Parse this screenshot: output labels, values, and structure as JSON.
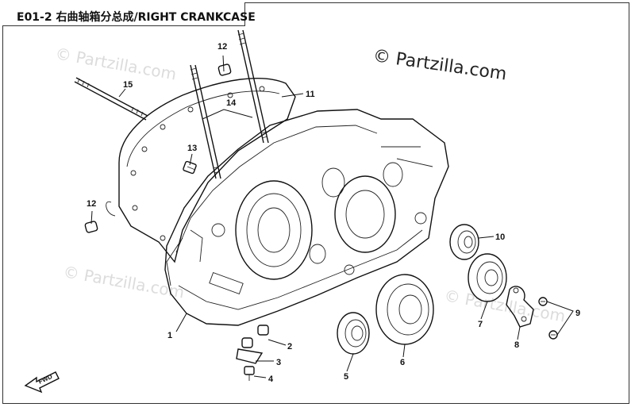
{
  "header": {
    "title": "E01-2 右曲轴箱分总成/RIGHT CRANKCASE"
  },
  "watermark": {
    "main": "© Partzilla.com",
    "faint": "© Partzilla.com"
  },
  "diagram": {
    "fwd_label": "FWD",
    "callouts": [
      "1",
      "2",
      "3",
      "4",
      "5",
      "6",
      "7",
      "8",
      "9",
      "10",
      "11",
      "12",
      "12",
      "13",
      "14",
      "15"
    ]
  }
}
